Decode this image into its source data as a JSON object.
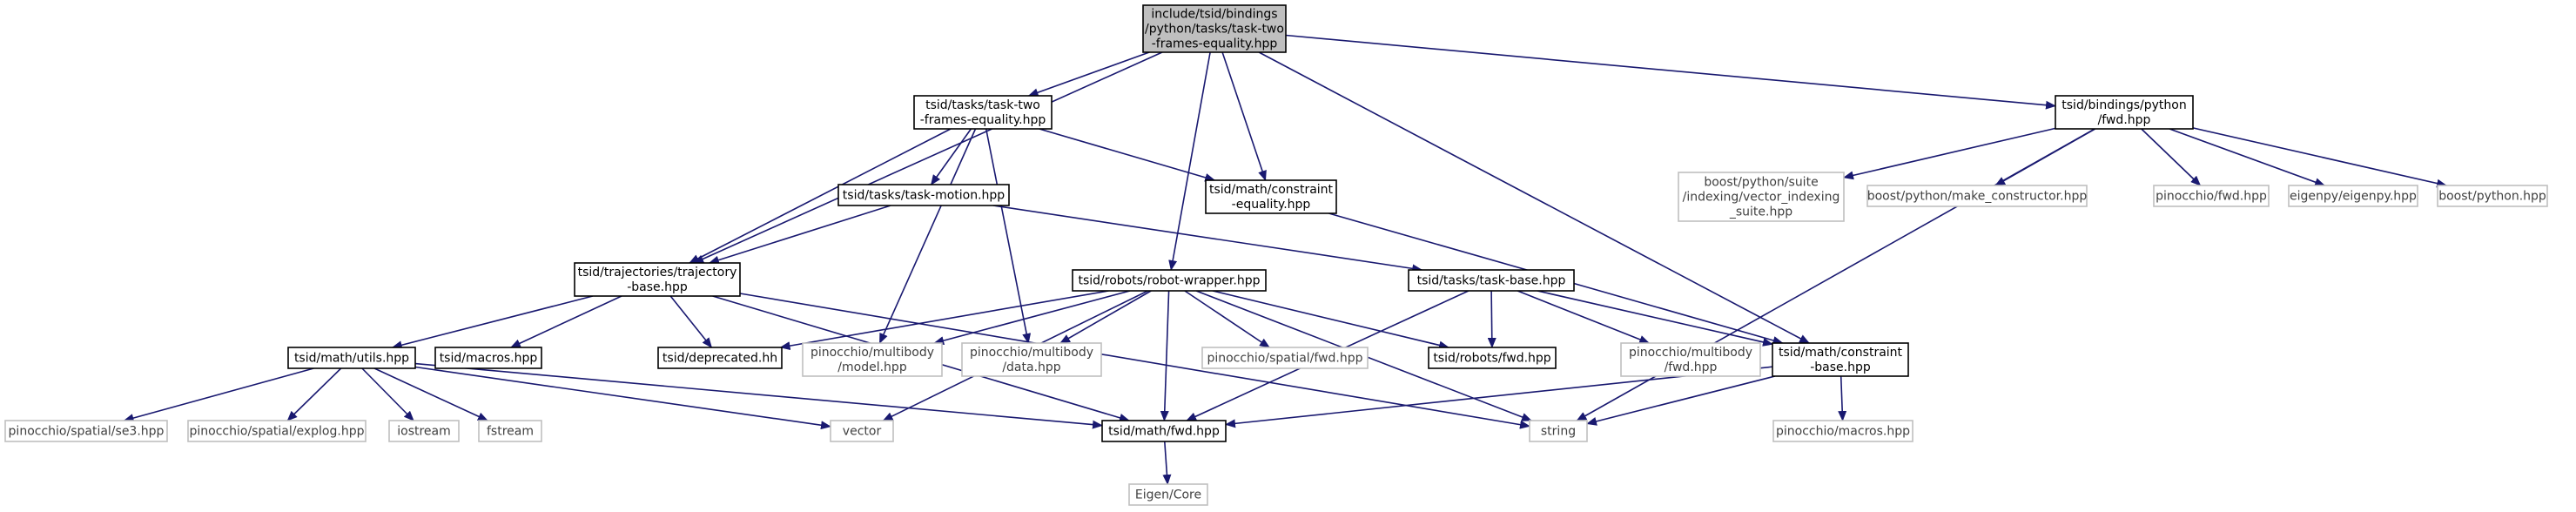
{
  "colors": {
    "edge": "#191970",
    "arrowhead": "#191970",
    "node_border": "#000000",
    "node_fill": "#ffffff",
    "root_fill": "#bfbfbf",
    "external_border": "#bfbfbf",
    "external_text": "#404040",
    "text": "#000000"
  },
  "graph": {
    "nodes": [
      {
        "id": "root",
        "kind": "root",
        "lines": [
          "include/tsid/bindings",
          "/python/tasks/task-two",
          "-frames-equality.hpp"
        ]
      },
      {
        "id": "task_two_frames",
        "kind": "internal",
        "lines": [
          "tsid/tasks/task-two",
          "-frames-equality.hpp"
        ]
      },
      {
        "id": "bindings_fwd",
        "kind": "internal",
        "lines": [
          "tsid/bindings/python",
          "/fwd.hpp"
        ]
      },
      {
        "id": "task_motion",
        "kind": "internal",
        "lines": [
          "tsid/tasks/task-motion.hpp"
        ]
      },
      {
        "id": "constraint_eq",
        "kind": "internal",
        "lines": [
          "tsid/math/constraint",
          "-equality.hpp"
        ]
      },
      {
        "id": "boost_vec_index",
        "kind": "external",
        "lines": [
          "boost/python/suite",
          "/indexing/vector_indexing",
          "_suite.hpp"
        ]
      },
      {
        "id": "boost_make_ctor",
        "kind": "external",
        "lines": [
          "boost/python/make_constructor.hpp"
        ]
      },
      {
        "id": "pin_fwd",
        "kind": "external",
        "lines": [
          "pinocchio/fwd.hpp"
        ]
      },
      {
        "id": "eigenpy",
        "kind": "external",
        "lines": [
          "eigenpy/eigenpy.hpp"
        ]
      },
      {
        "id": "boost_python",
        "kind": "external",
        "lines": [
          "boost/python.hpp"
        ]
      },
      {
        "id": "traj_base",
        "kind": "internal",
        "lines": [
          "tsid/trajectories/trajectory",
          "-base.hpp"
        ]
      },
      {
        "id": "robot_wrapper",
        "kind": "internal",
        "lines": [
          "tsid/robots/robot-wrapper.hpp"
        ]
      },
      {
        "id": "task_base",
        "kind": "internal",
        "lines": [
          "tsid/tasks/task-base.hpp"
        ]
      },
      {
        "id": "math_utils",
        "kind": "internal",
        "lines": [
          "tsid/math/utils.hpp"
        ]
      },
      {
        "id": "macros",
        "kind": "internal",
        "lines": [
          "tsid/macros.hpp"
        ]
      },
      {
        "id": "deprecated",
        "kind": "internal",
        "lines": [
          "tsid/deprecated.hh"
        ]
      },
      {
        "id": "pin_model",
        "kind": "external",
        "lines": [
          "pinocchio/multibody",
          "/model.hpp"
        ]
      },
      {
        "id": "pin_data",
        "kind": "external",
        "lines": [
          "pinocchio/multibody",
          "/data.hpp"
        ]
      },
      {
        "id": "pin_spatial_fwd",
        "kind": "external",
        "lines": [
          "pinocchio/spatial/fwd.hpp"
        ]
      },
      {
        "id": "robots_fwd",
        "kind": "internal",
        "lines": [
          "tsid/robots/fwd.hpp"
        ]
      },
      {
        "id": "pin_mb_fwd",
        "kind": "external",
        "lines": [
          "pinocchio/multibody",
          "/fwd.hpp"
        ]
      },
      {
        "id": "constraint_base",
        "kind": "internal",
        "lines": [
          "tsid/math/constraint",
          "-base.hpp"
        ]
      },
      {
        "id": "pin_se3",
        "kind": "external",
        "lines": [
          "pinocchio/spatial/se3.hpp"
        ]
      },
      {
        "id": "pin_explog",
        "kind": "external",
        "lines": [
          "pinocchio/spatial/explog.hpp"
        ]
      },
      {
        "id": "iostream",
        "kind": "external",
        "lines": [
          "iostream"
        ]
      },
      {
        "id": "fstream",
        "kind": "external",
        "lines": [
          "fstream"
        ]
      },
      {
        "id": "vector",
        "kind": "external",
        "lines": [
          "vector"
        ]
      },
      {
        "id": "math_fwd",
        "kind": "internal",
        "lines": [
          "tsid/math/fwd.hpp"
        ]
      },
      {
        "id": "string",
        "kind": "external",
        "lines": [
          "string"
        ]
      },
      {
        "id": "pin_macros",
        "kind": "external",
        "lines": [
          "pinocchio/macros.hpp"
        ]
      },
      {
        "id": "eigen_core",
        "kind": "external",
        "lines": [
          "Eigen/Core"
        ]
      }
    ],
    "edges": [
      [
        "root",
        "task_two_frames"
      ],
      [
        "root",
        "traj_base"
      ],
      [
        "root",
        "robot_wrapper"
      ],
      [
        "root",
        "constraint_eq"
      ],
      [
        "root",
        "constraint_base"
      ],
      [
        "root",
        "bindings_fwd"
      ],
      [
        "task_two_frames",
        "task_motion"
      ],
      [
        "task_two_frames",
        "traj_base"
      ],
      [
        "task_two_frames",
        "constraint_eq"
      ],
      [
        "task_two_frames",
        "pin_model"
      ],
      [
        "task_two_frames",
        "pin_data"
      ],
      [
        "task_motion",
        "traj_base"
      ],
      [
        "task_motion",
        "task_base"
      ],
      [
        "constraint_eq",
        "constraint_base"
      ],
      [
        "bindings_fwd",
        "boost_vec_index"
      ],
      [
        "bindings_fwd",
        "boost_make_ctor"
      ],
      [
        "bindings_fwd",
        "pin_fwd"
      ],
      [
        "bindings_fwd",
        "eigenpy"
      ],
      [
        "bindings_fwd",
        "boost_python"
      ],
      [
        "bindings_fwd",
        "string"
      ],
      [
        "traj_base",
        "math_utils"
      ],
      [
        "traj_base",
        "macros"
      ],
      [
        "traj_base",
        "deprecated"
      ],
      [
        "traj_base",
        "math_fwd"
      ],
      [
        "traj_base",
        "string"
      ],
      [
        "robot_wrapper",
        "deprecated"
      ],
      [
        "robot_wrapper",
        "pin_model"
      ],
      [
        "robot_wrapper",
        "pin_data"
      ],
      [
        "robot_wrapper",
        "pin_spatial_fwd"
      ],
      [
        "robot_wrapper",
        "robots_fwd"
      ],
      [
        "robot_wrapper",
        "vector"
      ],
      [
        "robot_wrapper",
        "math_fwd"
      ],
      [
        "robot_wrapper",
        "string"
      ],
      [
        "task_base",
        "robots_fwd"
      ],
      [
        "task_base",
        "pin_mb_fwd"
      ],
      [
        "task_base",
        "constraint_base"
      ],
      [
        "task_base",
        "math_fwd"
      ],
      [
        "math_utils",
        "pin_se3"
      ],
      [
        "math_utils",
        "pin_explog"
      ],
      [
        "math_utils",
        "iostream"
      ],
      [
        "math_utils",
        "fstream"
      ],
      [
        "math_utils",
        "vector"
      ],
      [
        "math_utils",
        "math_fwd"
      ],
      [
        "constraint_base",
        "math_fwd"
      ],
      [
        "constraint_base",
        "string"
      ],
      [
        "constraint_base",
        "pin_macros"
      ],
      [
        "math_fwd",
        "eigen_core"
      ]
    ]
  }
}
